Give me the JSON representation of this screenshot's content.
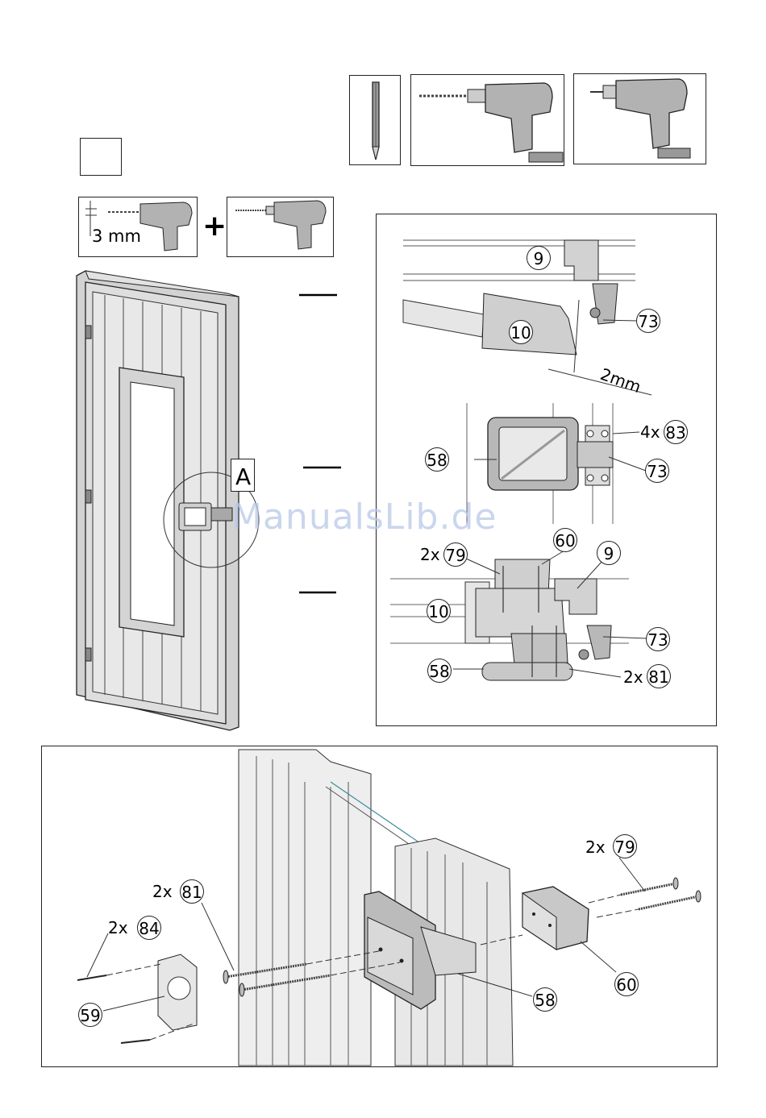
{
  "step_box": {
    "text": ""
  },
  "drill_setting": {
    "text": "3 mm",
    "plus": "+"
  },
  "door_callout": {
    "letter": "A"
  },
  "detail_top": {
    "gap_label": "2mm",
    "parts": {
      "frame": "9",
      "bar": "10",
      "bracket": "73"
    }
  },
  "detail_mid": {
    "parts": {
      "handle_plate": "58",
      "bracket": "73",
      "screws_qty": "4x",
      "screws": "83"
    }
  },
  "detail_bottom": {
    "parts": {
      "wedge": "60",
      "frame": "9",
      "bar": "10",
      "bracket": "73",
      "handle_plate": "58"
    },
    "screw_a_qty": "2x",
    "screw_a": "79",
    "screw_b_qty": "2x",
    "screw_b": "81"
  },
  "exploded": {
    "screw_84_qty": "2x",
    "screw_84": "84",
    "screw_81_qty": "2x",
    "screw_81": "81",
    "screw_79_qty": "2x",
    "screw_79": "79",
    "plate_inner": "59",
    "handle_plate": "58",
    "inner_handle": "60"
  },
  "watermark": "ManualsLib.de"
}
